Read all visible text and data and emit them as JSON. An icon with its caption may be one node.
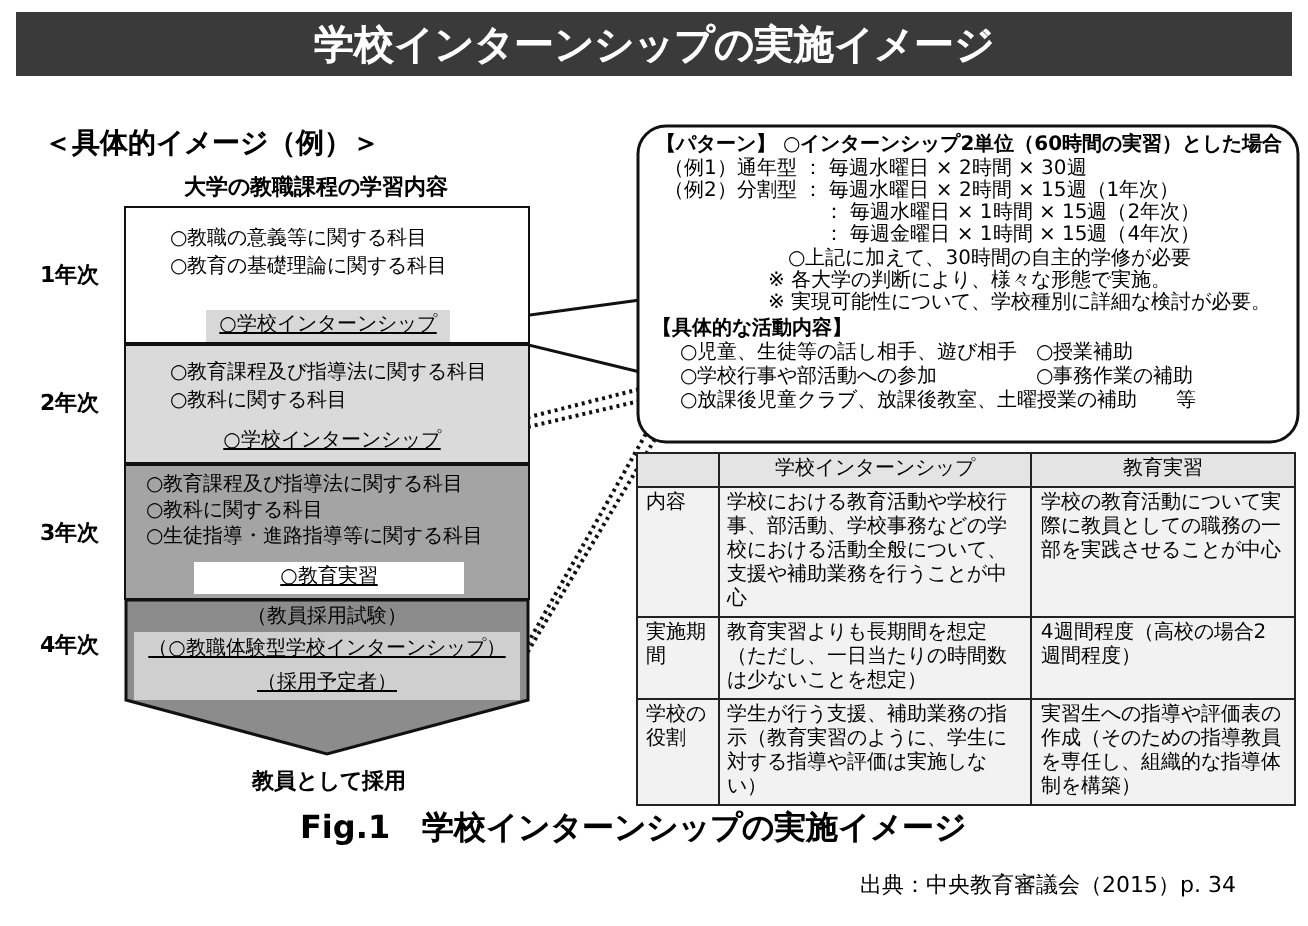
{
  "diagram": {
    "title": "学校インターンシップの実施イメージ",
    "caption": "Fig.1　学校インターンシップの実施イメージ",
    "nodes": [
      {
        "text": [
          "○教職の意義等に関する科目",
          "○教育の基礎理論に関する科目"
        ]
      },
      {
        "text": [
          "○学校インターンシップ"
        ],
        "in": 0
      },
      {
        "text": [
          "○教育課程及び指導法に関する科目",
          "○教科に関する科目"
        ]
      },
      {
        "text": [
          "○学校インターンシップ"
        ],
        "in": 2
      },
      {
        "text": [
          "○教育課程及び指導法に関する科目",
          "○教科に関する科目",
          "○生徒指導・進路指導等に関する科目"
        ]
      },
      {
        "text": [
          "○教育実習"
        ],
        "in": 4
      },
      {
        "text": [
          "（教員採用試験）"
        ]
      },
      {
        "text": [
          "（○教職体験型学校インターンシップ）",
          "（採用予定者）"
        ],
        "in": 6
      },
      {
        "text": [
          "【パターン】 ○インターンシップ2単位（60時間の実習）とした場合",
          "（例1）通年型 ： 毎週水曜日 × 2時間 × 30週",
          "（例2）分割型 ： 毎週水曜日 × 2時間 × 15週（1年次）",
          "： 毎週水曜日 × 1時間 × 15週（2年次）",
          "： 毎週金曜日 × 1時間 × 15週（4年次）",
          "○上記に加えて、30時間の自主的学修が必要",
          "※ 各大学の判断により、様々な形態で実施。",
          "※ 実現可能性について、学校種別に詳細な検討が必要。",
          "【具体的な活動内容】",
          "○児童、生徒等の話し相手、遊び相手",
          "○授業補助",
          "○学校行事や部活動への参加",
          "○事務作業の補助",
          "○放課後児童クラブ、放課後教室、土曜授業の補助",
          "等"
        ]
      }
    ],
    "edges": [
      {
        "from": 1,
        "to": 8,
        "arrow": "none"
      },
      {
        "from": 3,
        "to": 8,
        "arrow": "none",
        "style": "dashed"
      },
      {
        "from": 7,
        "to": 8,
        "arrow": "none",
        "style": "dashed"
      }
    ],
    "labels": [
      "＜具体的イメージ（例）＞",
      "大学の教職課程の学習内容",
      "1年次",
      "2年次",
      "3年次",
      "4年次",
      "教員として採用",
      "学校インターンシップ",
      "教育実習",
      "内容",
      "学校における教育活動や学校行事、部活動、学校事務などの学校における活動全般について、支援や補助業務を行うことが中心",
      "学校の教育活動について実際に教員としての職務の一部を実践させることが中心",
      "実施期間",
      "教育実習よりも長期間を想定（ただし、一日当たりの時間数は少ないことを想定）",
      "4週間程度（高校の場合2週間程度）",
      "学校の役割",
      "学生が行う支援、補助業務の指示（教育実習のように、学生に対する指導や評価は実施しない）",
      "実習生への指導や評価表の作成（そのための指導教員を専任し、組織的な指導体制を構築）",
      "出典：中央教育審議会（2015）p. 34"
    ]
  }
}
